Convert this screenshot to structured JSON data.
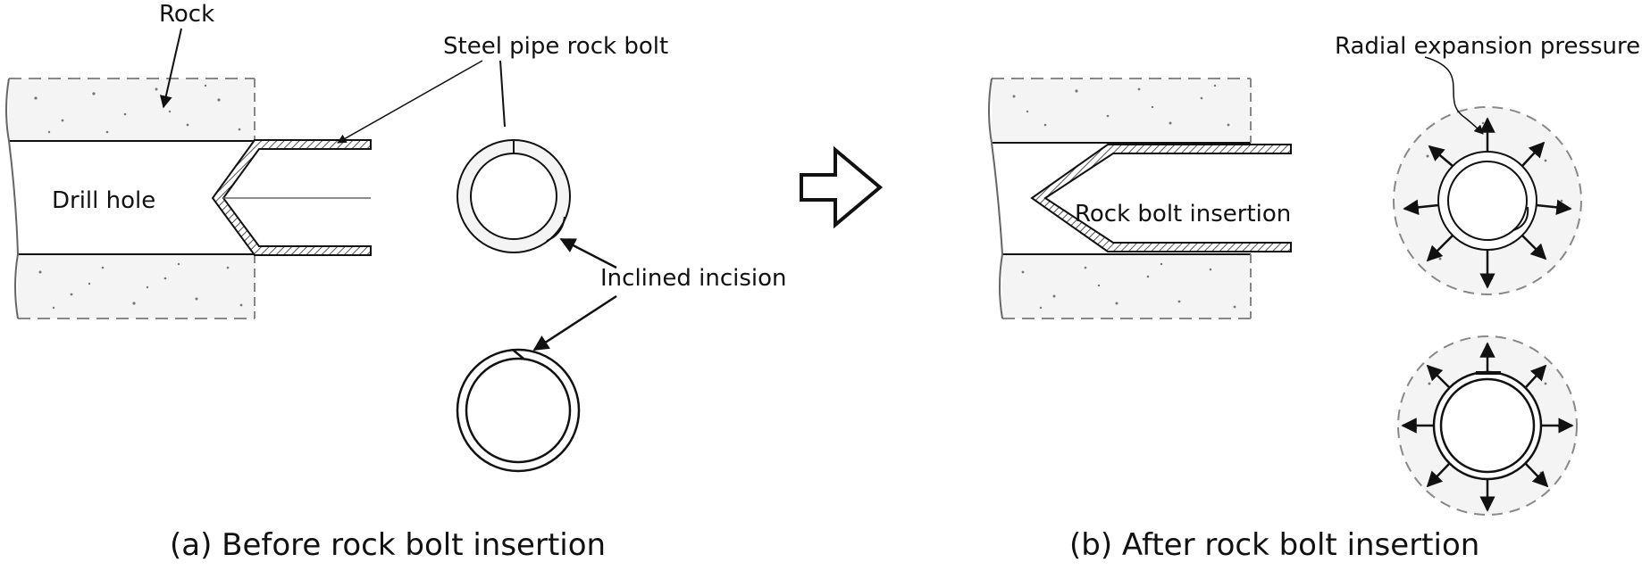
{
  "labels": {
    "rock": "Rock",
    "steel_pipe_rock_bolt": "Steel pipe rock bolt",
    "drill_hole": "Drill hole",
    "inclined_incision": "Inclined incision",
    "rock_bolt_insertion": "Rock bolt insertion",
    "radial_expansion_pressure": "Radial expansion pressure"
  },
  "captions": {
    "a": "(a) Before rock bolt insertion",
    "b": "(b) After rock bolt insertion"
  },
  "icons": {
    "transition": "right-arrow-icon"
  },
  "colors": {
    "line": "#111111",
    "rock_fill": "#f4f4f4",
    "hatch": "#555555"
  }
}
